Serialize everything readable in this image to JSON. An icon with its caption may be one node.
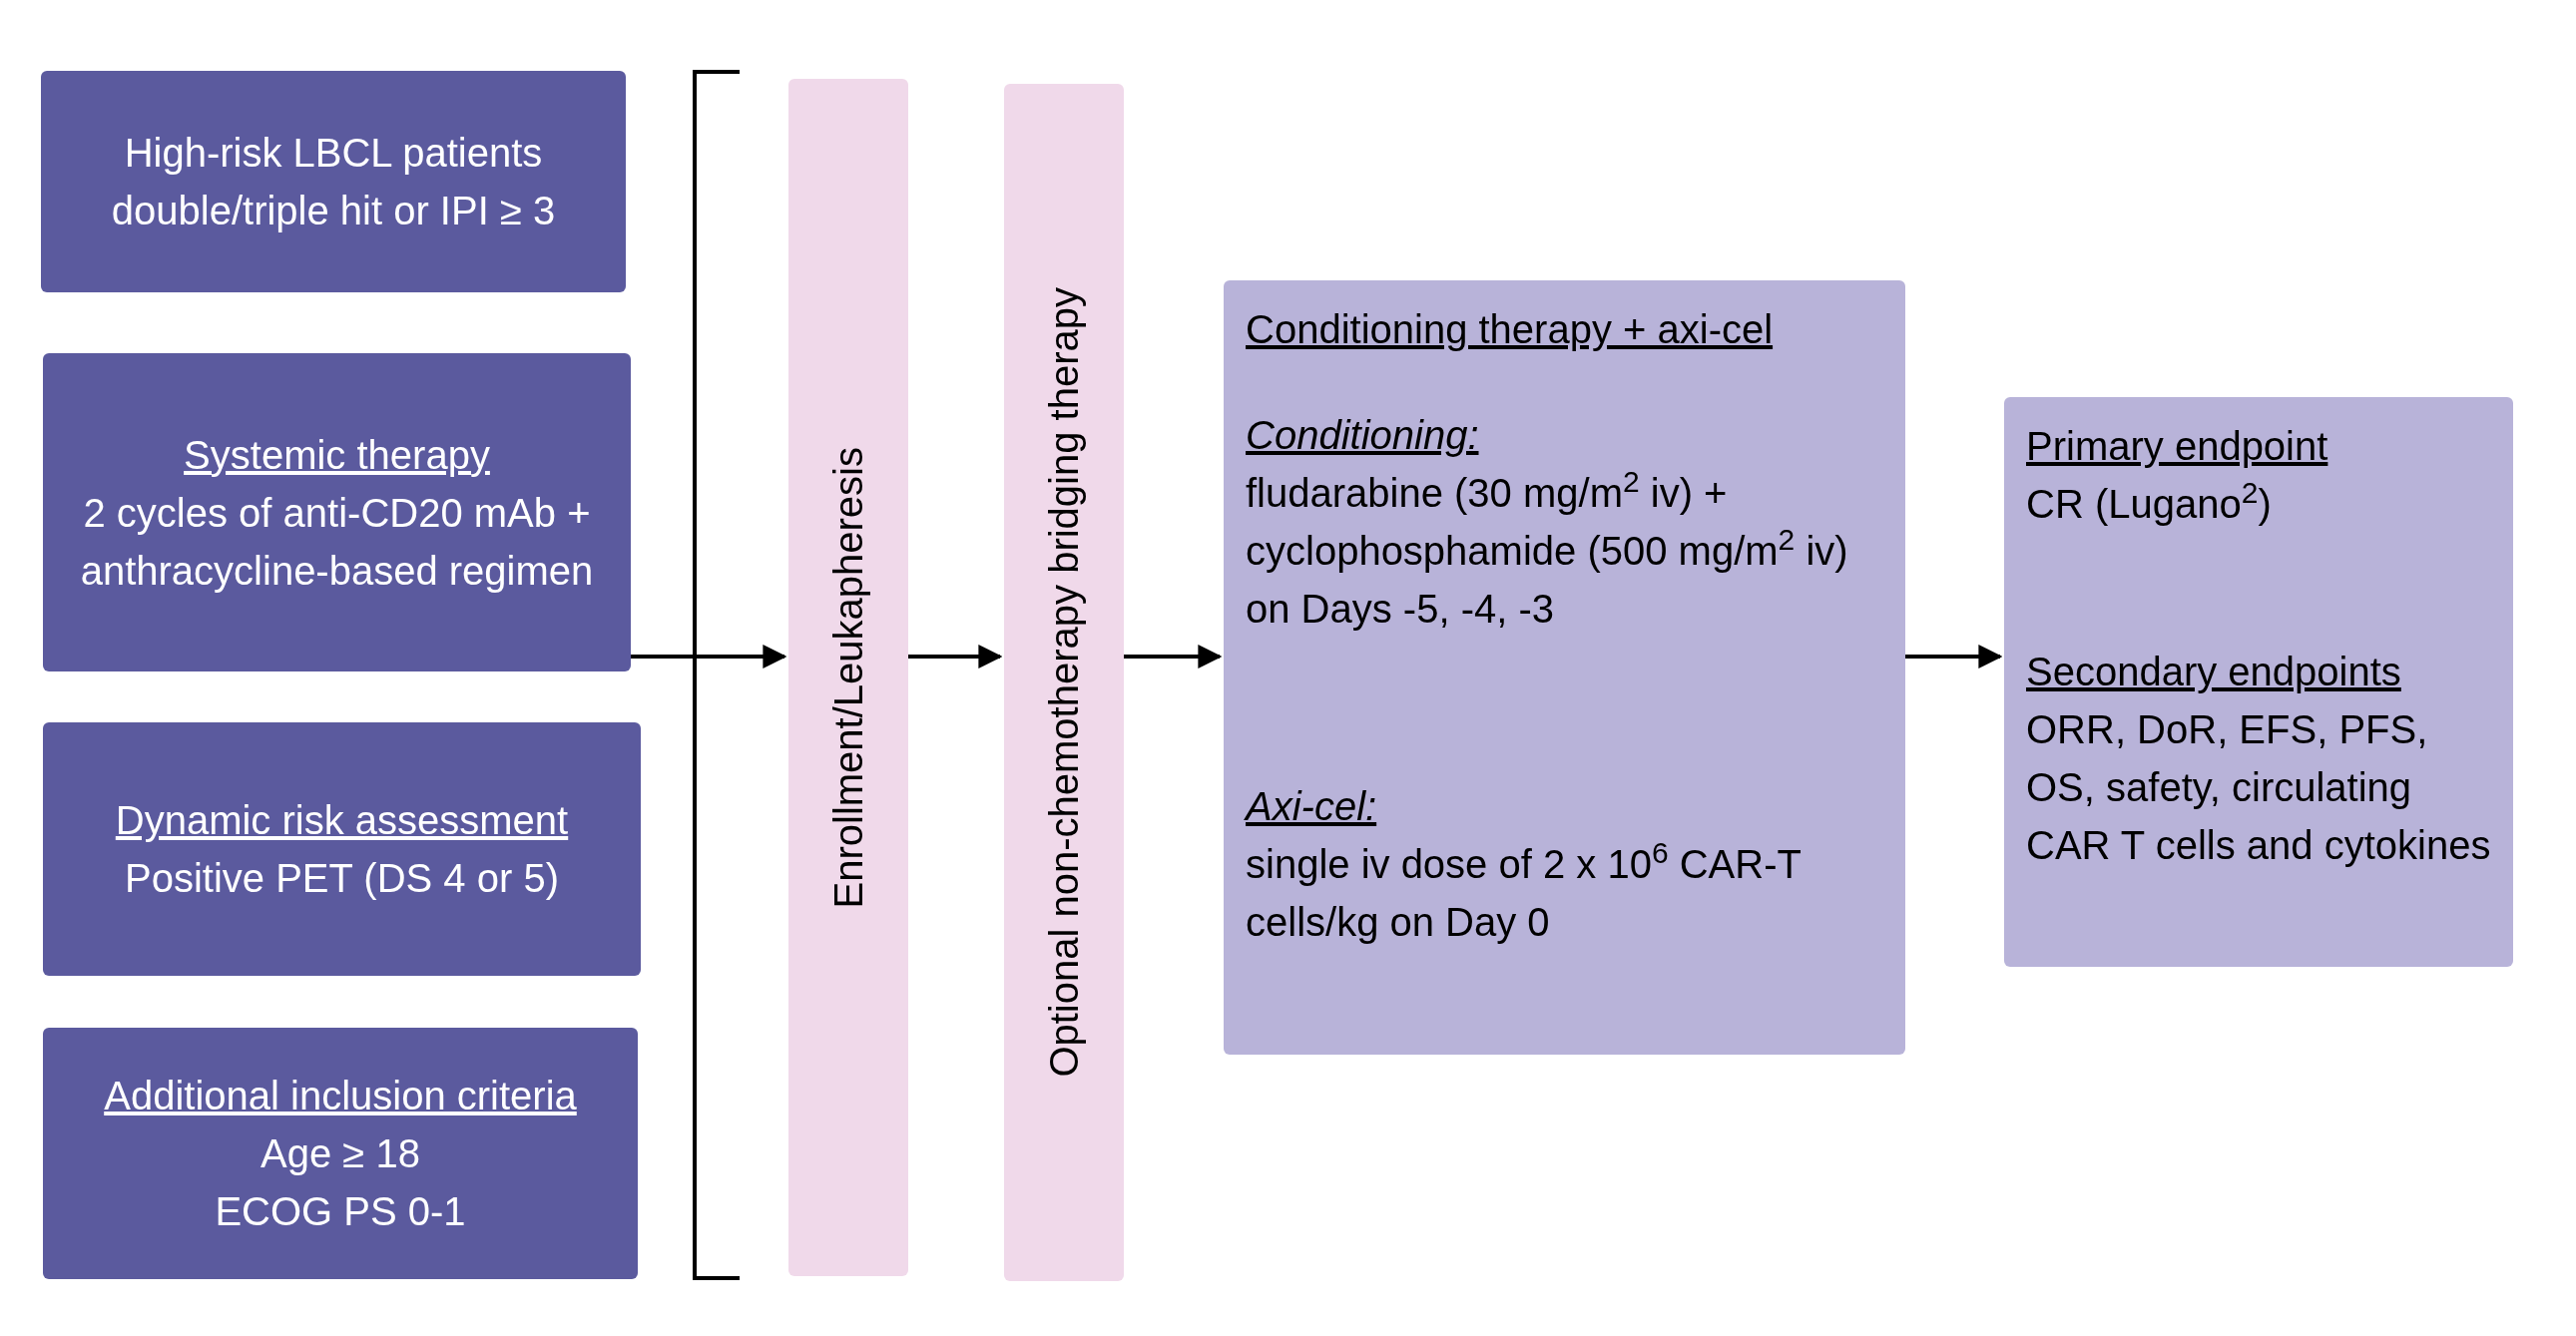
{
  "diagram": {
    "nodes": [
      {
        "text": [
          "High-risk LBCL patients double/triple hit or IPI ≥ 3"
        ]
      },
      {
        "text": [
          "Systemic therapy",
          "2 cycles of anti-CD20 mAb + anthracycline-based regimen"
        ]
      },
      {
        "text": [
          "Dynamic risk assessment",
          "Positive PET (DS 4 or 5)"
        ]
      },
      {
        "text": [
          "Additional inclusion criteria",
          "Age ≥ 18",
          "ECOG PS 0-1"
        ]
      },
      {
        "text": [
          "Enrollment/Leukapheresis"
        ]
      },
      {
        "text": [
          "Optional non-chemotherapy bridging therapy"
        ]
      },
      {
        "text": [
          "Conditioning therapy + axi-cel",
          "Conditioning:",
          "fludarabine (30 mg/m$^{2}$ iv) + cyclophosphamide (500 mg/m$^{2}$ iv) on Days -5, -4, -3",
          "Axi-cel:",
          "single iv dose of 2 x 10$^{6}$ CAR-T cells/kg on Day 0"
        ]
      },
      {
        "text": [
          "Primary endpoint",
          "CR (Lugano$^{2}$)",
          "Secondary endpoints",
          "ORR, DoR, EFS, PFS, OS, safety, circulating CAR T cells and cytokines"
        ]
      }
    ],
    "edges": [
      {
        "from": 1,
        "to": 4,
        "arrow": "to"
      },
      {
        "from": 4,
        "to": 5,
        "arrow": "to"
      },
      {
        "from": 5,
        "to": 6,
        "arrow": "to"
      },
      {
        "from": 6,
        "to": 7,
        "arrow": "to"
      }
    ]
  }
}
